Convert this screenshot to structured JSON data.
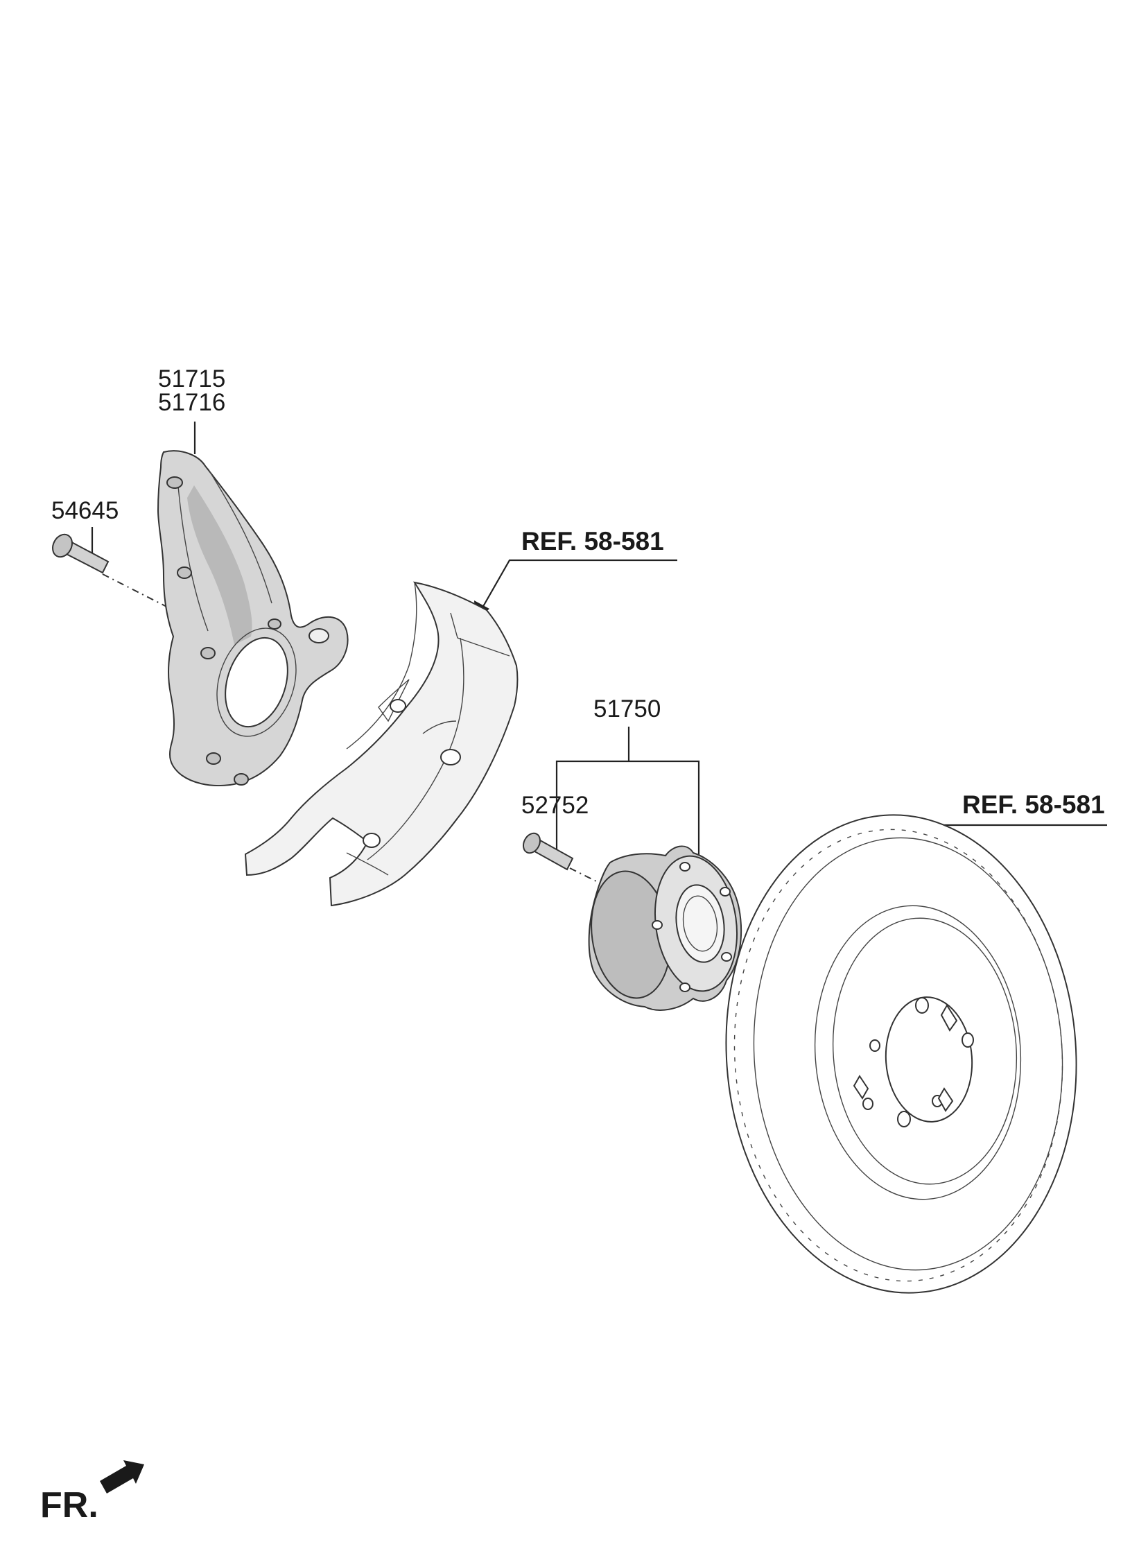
{
  "labels": {
    "knuckle_lh": "51715",
    "knuckle_rh": "51716",
    "bolt_knuckle": "54645",
    "hub_assembly": "51750",
    "hub_bolt": "52752",
    "ref_dust_cover": "REF. 58-581",
    "ref_disc": "REF. 58-581",
    "front_indicator": "FR."
  },
  "colors": {
    "part_fill": "#d6d6d6",
    "part_shade": "#b9b9b9",
    "line": "#222222",
    "background": "#ffffff"
  }
}
